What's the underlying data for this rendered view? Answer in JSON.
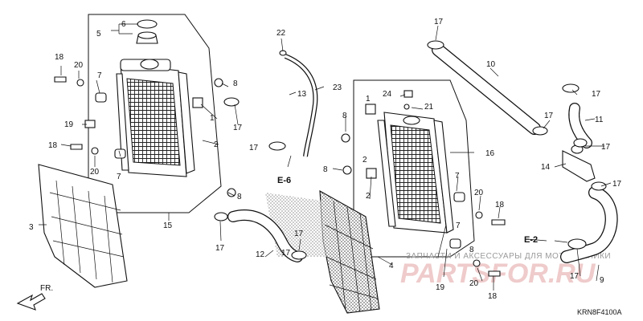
{
  "callouts": {
    "c1a": "1",
    "c1b": "1",
    "c2a": "2",
    "c2b": "2",
    "c2c": "2",
    "c3": "3",
    "c4": "4",
    "c5": "5",
    "c6": "6",
    "c7a": "7",
    "c7b": "7",
    "c7c": "7",
    "c7d": "7",
    "c8a": "8",
    "c8b": "8",
    "c8c": "8",
    "c8d": "8",
    "c8e": "8",
    "c9": "9",
    "c10": "10",
    "c11": "11",
    "c12": "12",
    "c13": "13",
    "c14": "14",
    "c15": "15",
    "c16": "16",
    "c17a": "17",
    "c17b": "17",
    "c17c": "17",
    "c17d": "17",
    "c17e": "17",
    "c17f": "17",
    "c17g": "17",
    "c17h": "17",
    "c17i": "17",
    "c17j": "17",
    "c17k": "17",
    "c18a": "18",
    "c18b": "18",
    "c18c": "18",
    "c18d": "18",
    "c19a": "19",
    "c19b": "19",
    "c20a": "20",
    "c20b": "20",
    "c20c": "20",
    "c20d": "20",
    "c21": "21",
    "c22": "22",
    "c23": "23",
    "c24": "24"
  },
  "refs": {
    "e6": "E-6",
    "e2": "E-2"
  },
  "front_arrow": "FR.",
  "diagram_code": "KRN8F4100A",
  "watermark": {
    "line1": "ЗАПЧАСТИ И АКСЕССУАРЫ ДЛЯ МОТОТЕХНИКИ",
    "line2": "PARTSFOR.RU"
  },
  "colors": {
    "ink": "#111111",
    "watermark_red": "#e7b0b0",
    "watermark_gray": "#9a9a9a"
  }
}
